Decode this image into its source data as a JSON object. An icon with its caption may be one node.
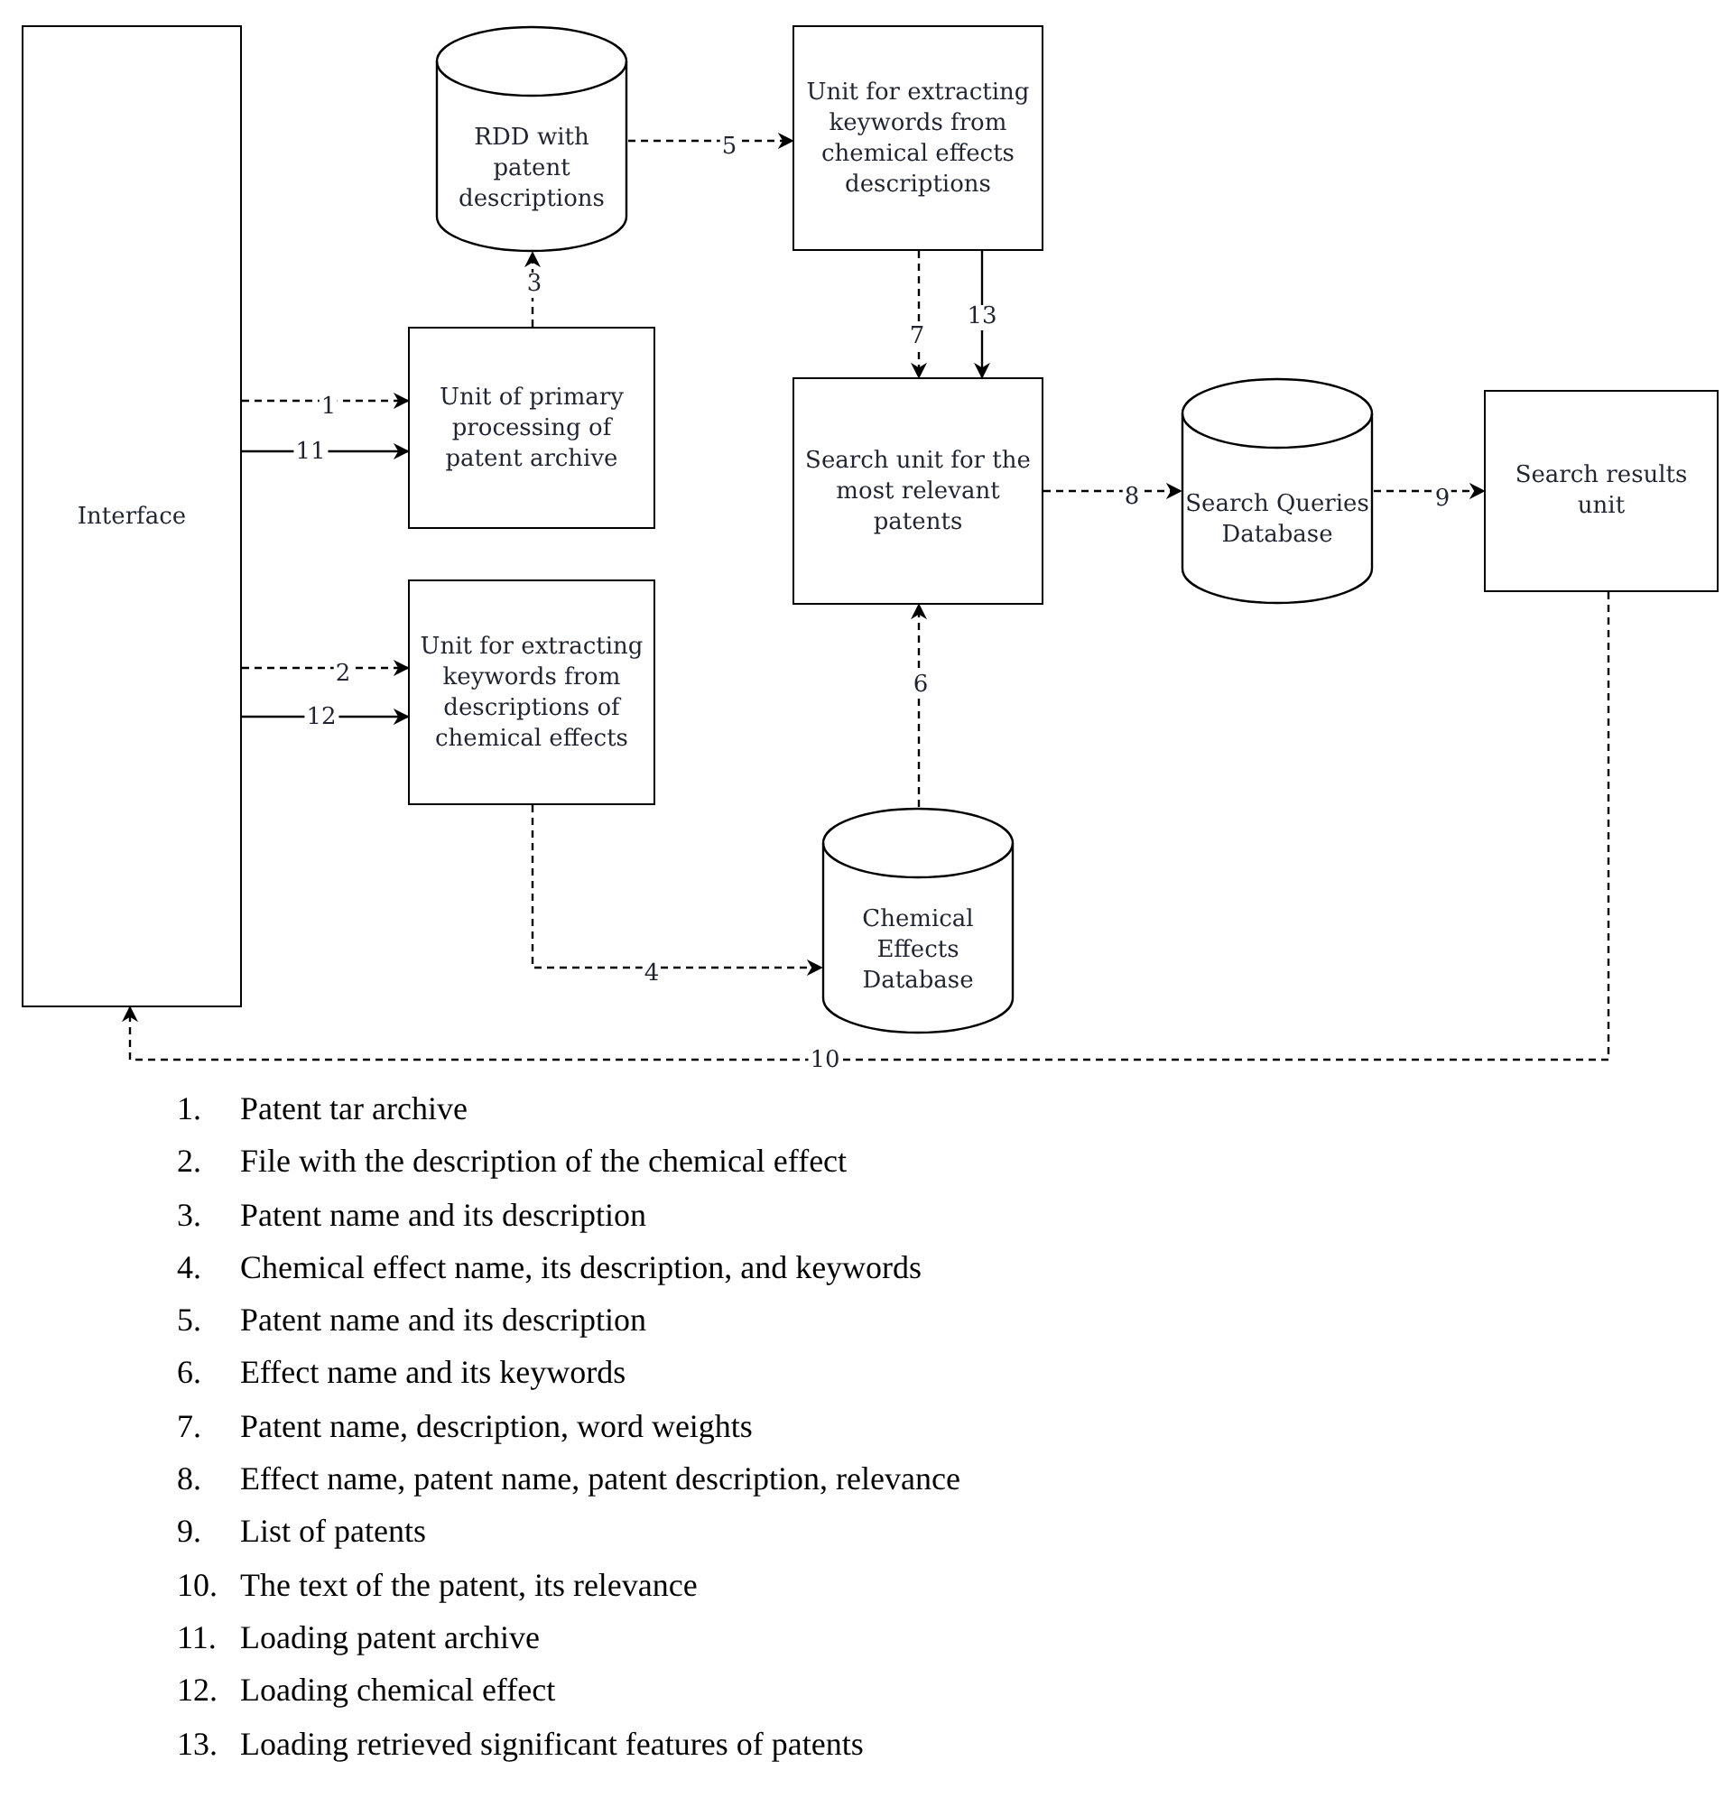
{
  "diagram": {
    "nodes": [
      {
        "text": [
          "Interface"
        ]
      },
      {
        "text": [
          "RDD with patent descriptions"
        ]
      },
      {
        "text": [
          "Unit of primary processing of patent archive"
        ]
      },
      {
        "text": [
          "Unit for extracting keywords from descriptions of chemical effects"
        ]
      },
      {
        "text": [
          "Unit for extracting keywords from chemical effects descriptions"
        ]
      },
      {
        "text": [
          "Search unit for the most relevant patents"
        ]
      },
      {
        "text": [
          "Search Queries Database"
        ]
      },
      {
        "text": [
          "Search results unit"
        ]
      },
      {
        "text": [
          "Chemical Effects Database"
        ]
      }
    ],
    "edges": [
      {
        "from": 0,
        "to": 2,
        "arrow": "to",
        "label": "1",
        "style": "dashed"
      },
      {
        "from": 0,
        "to": 2,
        "arrow": "to",
        "label": "11"
      },
      {
        "from": 0,
        "to": 3,
        "arrow": "to",
        "label": "2",
        "style": "dashed"
      },
      {
        "from": 0,
        "to": 3,
        "arrow": "to",
        "label": "12"
      },
      {
        "from": 2,
        "to": 1,
        "arrow": "to",
        "label": "3",
        "style": "dashed"
      },
      {
        "from": 1,
        "to": 4,
        "arrow": "to",
        "label": "5",
        "style": "dashed"
      },
      {
        "from": 4,
        "to": 5,
        "arrow": "to",
        "label": "7",
        "style": "dashed"
      },
      {
        "from": 4,
        "to": 5,
        "arrow": "to",
        "label": "13"
      },
      {
        "from": 3,
        "to": 8,
        "arrow": "to",
        "label": "4",
        "style": "dashed"
      },
      {
        "from": 8,
        "to": 5,
        "arrow": "to",
        "label": "6",
        "style": "dashed"
      },
      {
        "from": 5,
        "to": 6,
        "arrow": "to",
        "label": "8",
        "style": "dashed"
      },
      {
        "from": 6,
        "to": 7,
        "arrow": "to",
        "label": "9",
        "style": "dashed"
      },
      {
        "from": 7,
        "to": 0,
        "arrow": "to",
        "label": "10",
        "style": "dashed"
      }
    ],
    "labels": [
      "1.",
      "Patent tar archive",
      "2.",
      "File with the description of the chemical effect",
      "3.",
      "Patent name and its description",
      "4.",
      "Chemical effect name, its description, and keywords",
      "5.",
      "Patent name and its description",
      "6.",
      "Effect name and its keywords",
      "7.",
      "Patent name, description, word weights",
      "8.",
      "Effect name, patent name, patent description, relevance",
      "9.",
      "List of patents",
      "10.",
      "The text of the patent, its relevance",
      "11.",
      "Loading patent archive",
      "12.",
      "Loading chemical effect",
      "13.",
      "Loading retrieved significant features of patents"
    ]
  }
}
